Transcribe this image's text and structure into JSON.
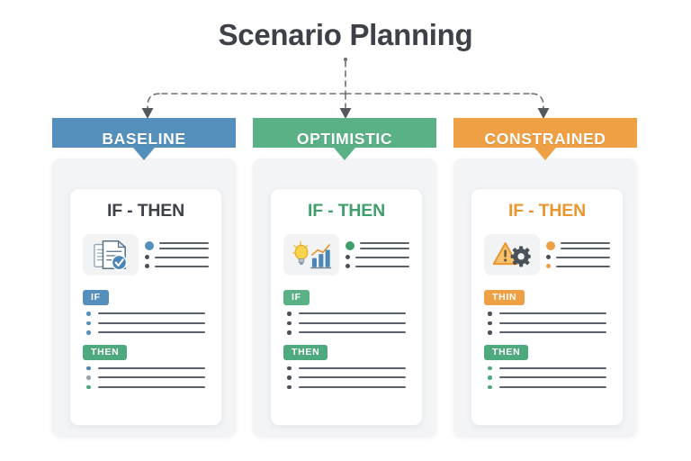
{
  "page": {
    "title": "Scenario Planning",
    "background": "#ffffff",
    "title_color": "#3e4147",
    "connector_color": "#6b7078"
  },
  "columns": [
    {
      "header_label": "BASELINE",
      "header_color": "#5590bd",
      "accent_color": "#5590bd",
      "card_title": "IF - THEN",
      "card_title_color": "#3e4147",
      "icon": "documents-check-icon",
      "summary_bullets": [
        {
          "dot": "large",
          "dot_color": "#5590bd",
          "lines": 2
        },
        {
          "dot": "small",
          "dot_color": "#4b5158",
          "lines": 1
        },
        {
          "dot": "small",
          "dot_color": "#4b5158",
          "lines": 1
        }
      ],
      "blocks": [
        {
          "tag_label": "IF",
          "tag_color": "#5590bd",
          "bullet_color": "#5590bd",
          "rows": 3
        },
        {
          "tag_label": "THEN",
          "tag_color": "#4fa97e",
          "bullet_color": "#4fa97e",
          "rows": 3
        }
      ]
    },
    {
      "header_label": "OPTIMISTIC",
      "header_color": "#59b185",
      "accent_color": "#3f9e6c",
      "card_title": "IF - THEN",
      "card_title_color": "#3f9e6c",
      "icon": "lightbulb-chart-icon",
      "summary_bullets": [
        {
          "dot": "large",
          "dot_color": "#3f9e6c",
          "lines": 2
        },
        {
          "dot": "small",
          "dot_color": "#4b5158",
          "lines": 1
        },
        {
          "dot": "small",
          "dot_color": "#4b5158",
          "lines": 1
        }
      ],
      "blocks": [
        {
          "tag_label": "IF",
          "tag_color": "#59b185",
          "bullet_color": "#4b5158",
          "rows": 3
        },
        {
          "tag_label": "THEN",
          "tag_color": "#4fa97e",
          "bullet_color": "#4b5158",
          "rows": 3
        }
      ]
    },
    {
      "header_label": "CONSTRAINED",
      "header_color": "#f0a044",
      "accent_color": "#e8962f",
      "card_title": "IF - THEN",
      "card_title_color": "#e8962f",
      "icon": "warning-gear-icon",
      "summary_bullets": [
        {
          "dot": "large",
          "dot_color": "#f0a044",
          "lines": 2
        },
        {
          "dot": "small",
          "dot_color": "#4b5158",
          "lines": 1
        },
        {
          "dot": "small",
          "dot_color": "#f0a044",
          "lines": 1
        }
      ],
      "blocks": [
        {
          "tag_label": "THIN",
          "tag_color": "#f0a044",
          "bullet_color": "#4b5158",
          "rows": 3
        },
        {
          "tag_label": "THEN",
          "tag_color": "#4fa97e",
          "bullet_color": "#4fa97e",
          "rows": 3
        }
      ]
    }
  ]
}
